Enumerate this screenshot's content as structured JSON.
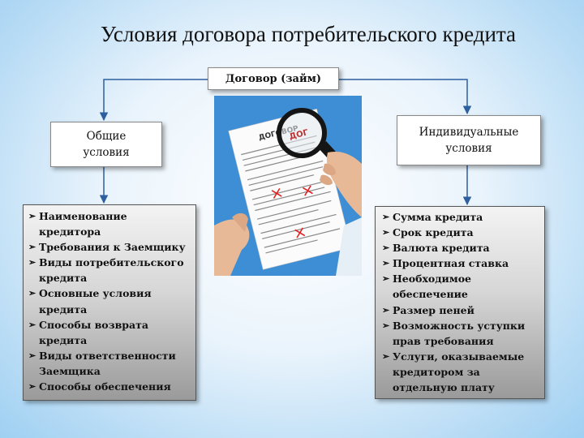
{
  "title": "Условия договора потребительского кредита",
  "root": {
    "label": "Договор (займ)"
  },
  "general": {
    "label_lines": [
      "Общие",
      "условия"
    ],
    "items": [
      "Наименование кредитора",
      "Требования к Заемщику",
      "Виды потребительского кредита",
      "Основные условия кредита",
      "Способы возврата кредита",
      " Виды ответственности Заемщика",
      "Способы обеспечения"
    ]
  },
  "individual": {
    "label_lines": [
      "Индивидуальные",
      "условия"
    ],
    "items": [
      "Сумма кредита",
      "Срок кредита",
      "Валюта кредита",
      "Процентная ставка",
      "Необходимое обеспечение",
      "Размер пеней",
      "Возможность уступки прав требования",
      "Услуги, оказываемые кредитором за отдельную плату"
    ]
  },
  "photo": {
    "doc_heading": "ДОГОВОР"
  },
  "colors": {
    "connector": "#2e5f9e",
    "photo_bg": "#3d8ed4"
  }
}
